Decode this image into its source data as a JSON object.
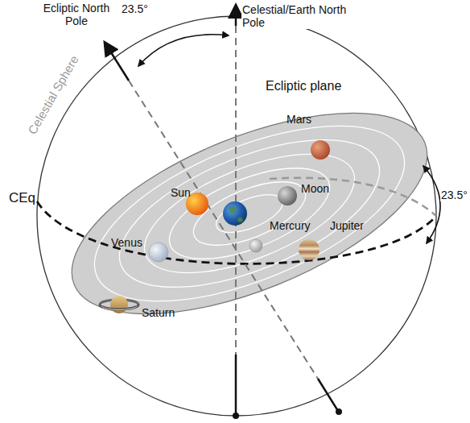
{
  "diagram": {
    "labels": [
      "Ecliptic North Pole",
      "23.5°",
      "Celestial/Earth North Pole",
      "Celestial Sphere",
      "Ecliptic plane",
      "Mars",
      "Moon",
      "Sun",
      "23.5°",
      "CEq",
      "Venus",
      "Mercury",
      "Jupiter",
      "Saturn"
    ]
  }
}
